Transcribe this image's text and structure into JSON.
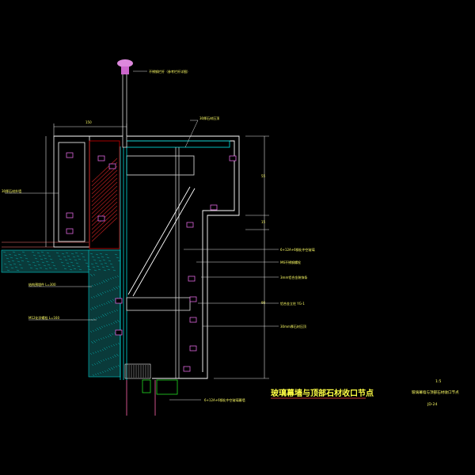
{
  "drawing": {
    "title": "玻璃幕墙与顶部石材收口节点",
    "scale": "1:5",
    "drawing_name": "玻璃幕墙与顶部石材收口节点",
    "drawing_no": "JD-24"
  },
  "dimensions": {
    "top_width": "150",
    "right_upper": "55",
    "right_mid": "15",
    "right_lower": "90"
  },
  "callouts": {
    "railing": "不锈钢栏杆（参考栏杆详图）",
    "stone_top": "30厚石材压顶",
    "left_wall": "30厚石材外墙",
    "wall_embed": "结构预埋件 L=300",
    "wall_bolt": "M12化学螺栓 L=160",
    "r1": "6+12A+6钢化中空玻璃",
    "r2": "M6不锈钢螺栓",
    "r3": "3mm铝合金装饰条",
    "r4": "铝合金立柱 YG-1",
    "r5": "30mm厚石材压顶",
    "bottom": "6+12A+6钢化中空玻璃幕墙"
  }
}
